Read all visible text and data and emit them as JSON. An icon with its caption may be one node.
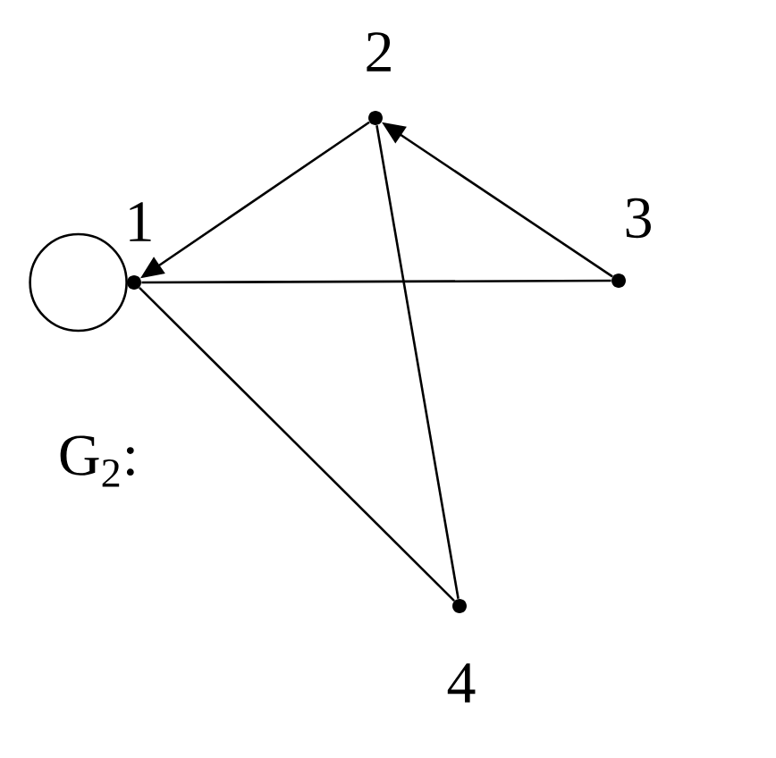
{
  "diagram": {
    "nodes": [
      {
        "text": [],
        "shape": "dot",
        "beside": [
          "1"
        ]
      },
      {
        "text": [],
        "shape": "dot",
        "beside": [
          "2"
        ]
      },
      {
        "text": [],
        "shape": "dot",
        "beside": [
          "3"
        ]
      },
      {
        "text": [],
        "shape": "dot",
        "beside": [
          "4"
        ]
      }
    ],
    "edges": [
      {
        "from": 0,
        "to": 0,
        "arrow": "none"
      },
      {
        "from": 1,
        "to": 0,
        "arrow": "to"
      },
      {
        "from": 2,
        "to": 1,
        "arrow": "to"
      },
      {
        "from": 2,
        "to": 0,
        "arrow": "none"
      },
      {
        "from": 1,
        "to": 3,
        "arrow": "none"
      },
      {
        "from": 3,
        "to": 0,
        "arrow": "none"
      }
    ],
    "labels": [
      "G$_{2}$:"
    ]
  }
}
